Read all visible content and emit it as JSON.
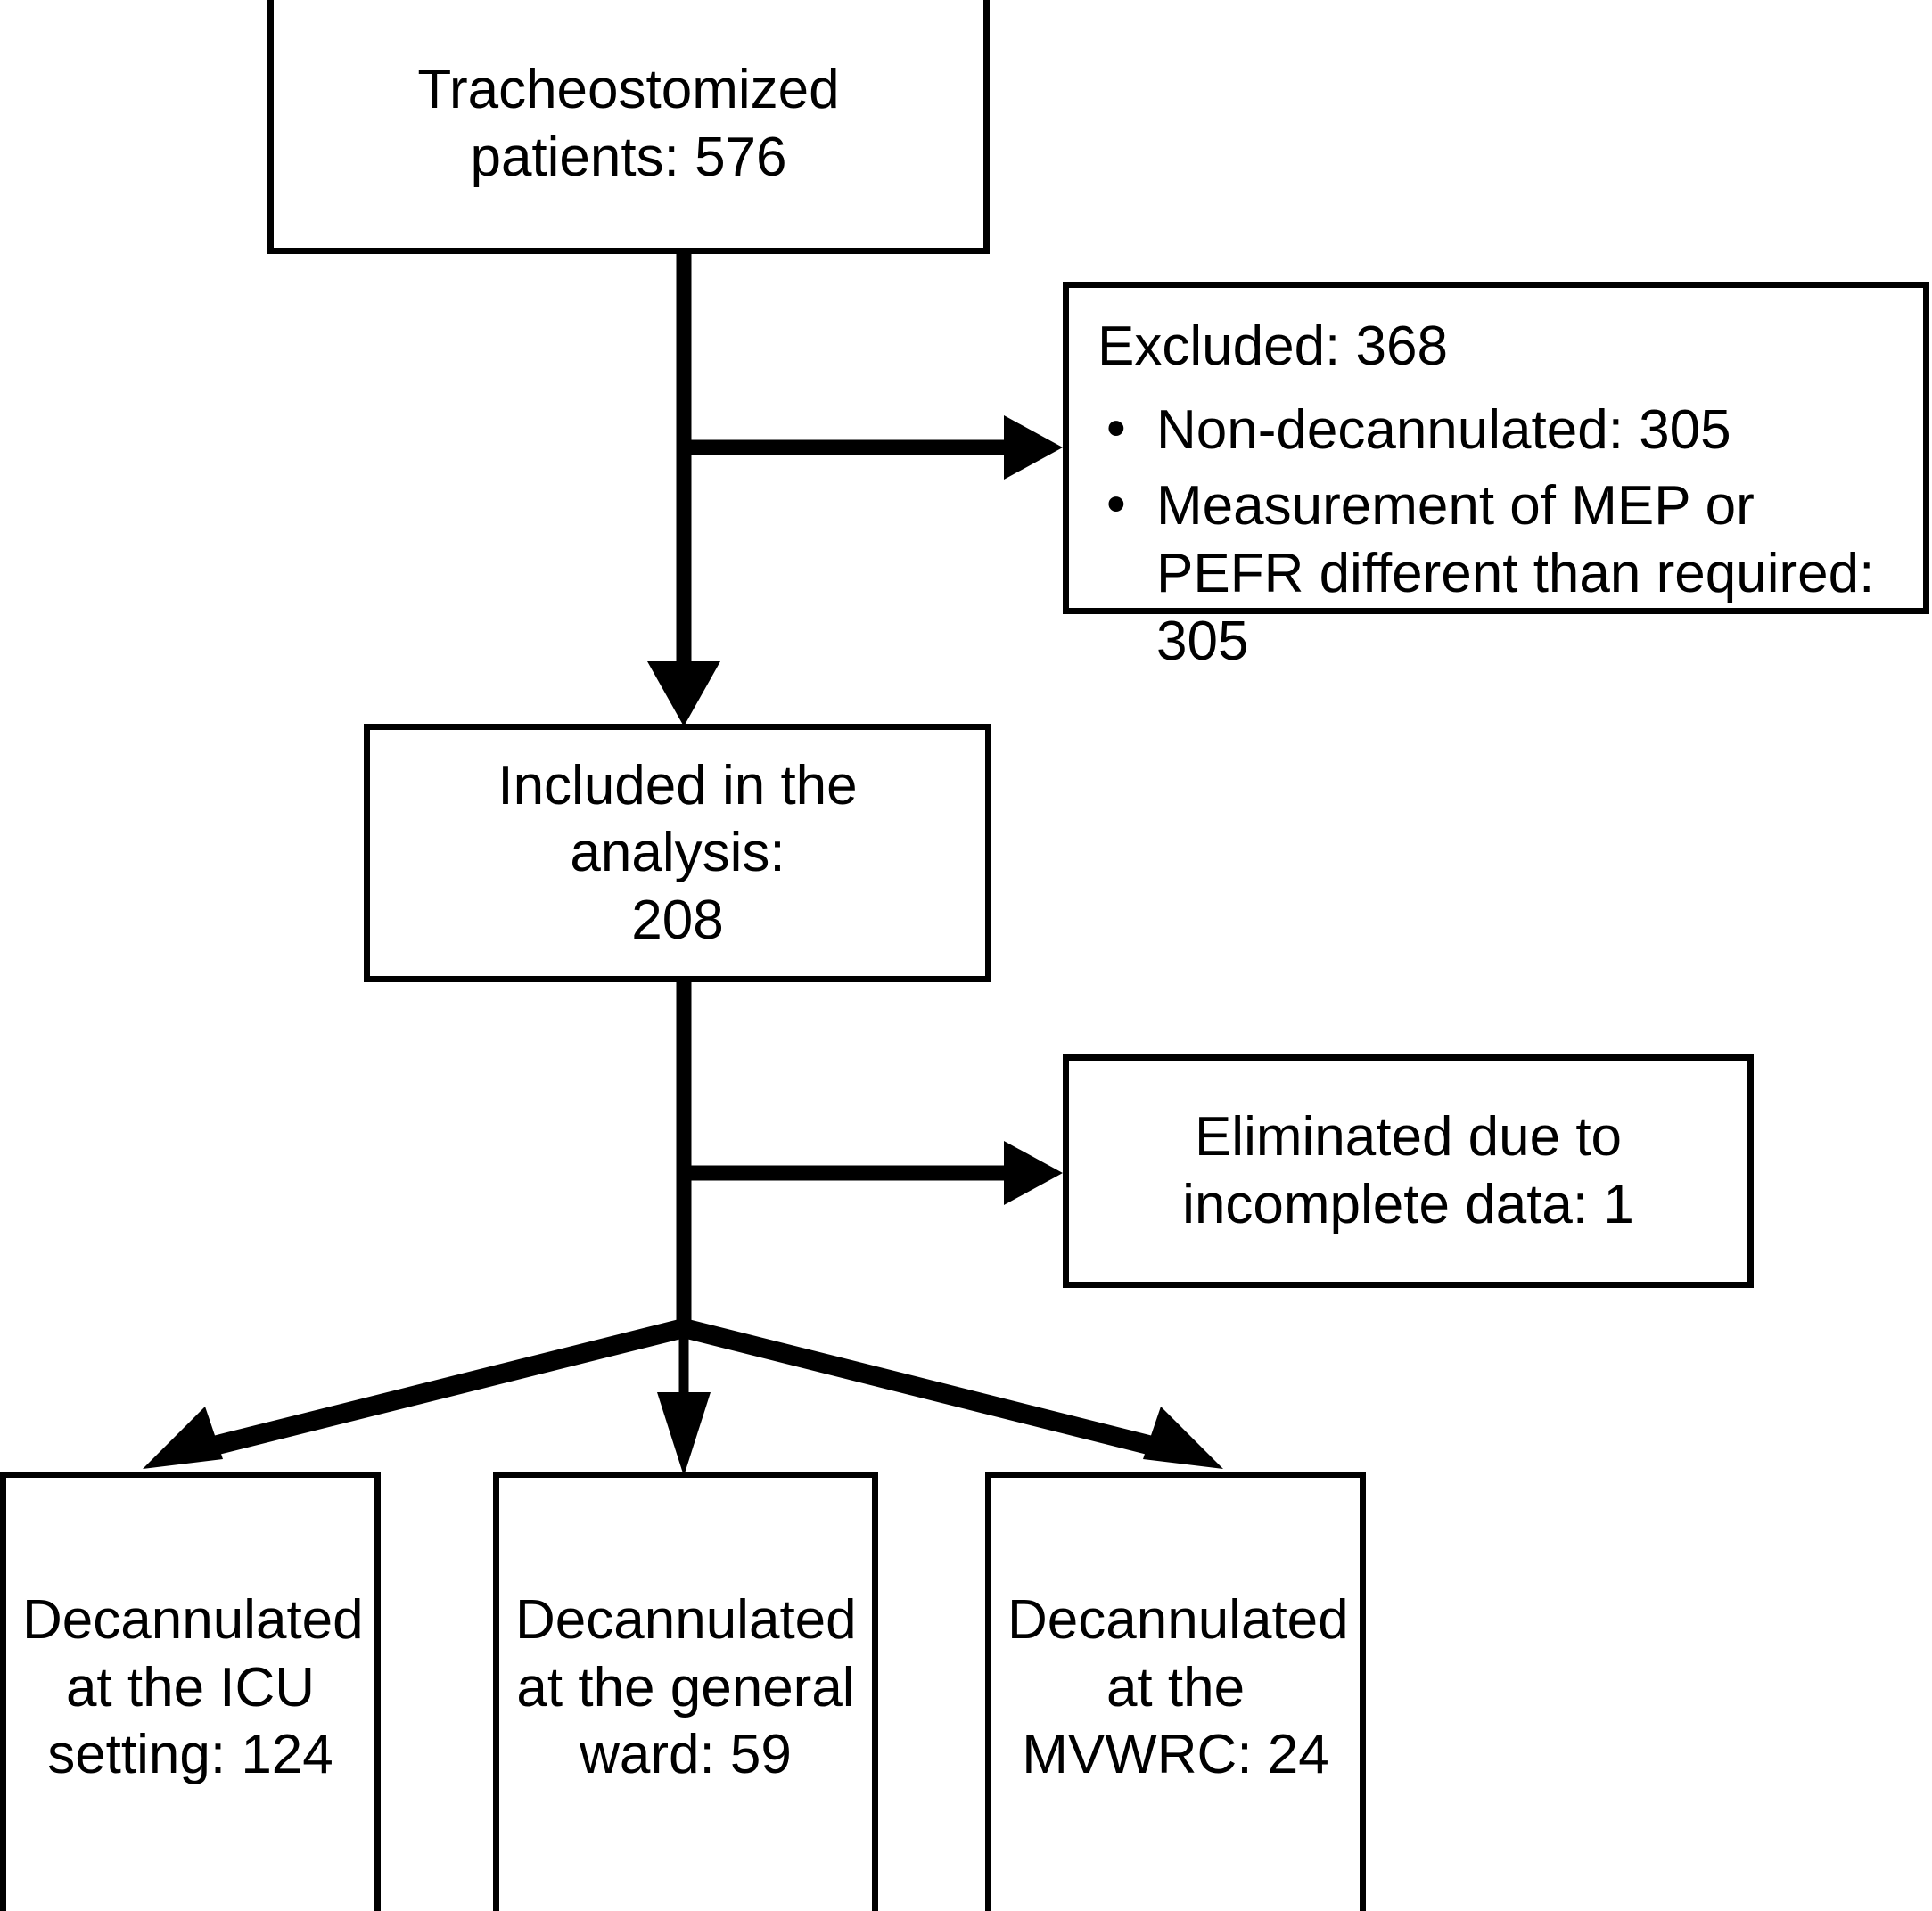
{
  "diagram": {
    "title": "Patient flow diagram of tracheostomized patients",
    "type": "flowchart",
    "background_color": "#ffffff",
    "line_color": "#000000",
    "text_color": "#000000"
  },
  "nodes": {
    "tracheostomized": {
      "id": "tracheostomized",
      "text": "Tracheostomized\npatients: 576",
      "label": "Tracheostomized patients",
      "count": 576
    },
    "excluded": {
      "id": "excluded",
      "heading": "Excluded: 368",
      "label": "Excluded",
      "count": 368,
      "bullets": [
        {
          "text": "Non-decannulated: 305",
          "label": "Non-decannulated",
          "count": 305
        },
        {
          "text": "Measurement of MEP or\n PEFR different than required: 305",
          "label": "Measurement of MEP or PEFR different than required",
          "count": 305
        }
      ]
    },
    "included": {
      "id": "included",
      "text": "Included in the analysis:\n208",
      "label": "Included in the analysis",
      "count": 208
    },
    "eliminated": {
      "id": "eliminated",
      "text": "Eliminated due to\nincomplete data: 1",
      "label": "Eliminated due to incomplete data",
      "count": 1
    },
    "icu": {
      "id": "icu",
      "text": "Decannulated\nat the ICU\nsetting: 124",
      "label": "Decannulated at the ICU setting",
      "count": 124
    },
    "ward": {
      "id": "ward",
      "text": "Decannulated\nat the general\nward: 59",
      "label": "Decannulated at the general ward",
      "count": 59
    },
    "mvwrc": {
      "id": "mvwrc",
      "text": "Decannulated\nat the\nMVWRC: 24",
      "label": "Decannulated at the MVWRC",
      "count": 24
    }
  },
  "edges": [
    {
      "from": "tracheostomized",
      "to": "included",
      "style": "arrow-down"
    },
    {
      "from": "tracheostomized",
      "to": "excluded",
      "style": "arrow-right"
    },
    {
      "from": "included",
      "to": "eliminated",
      "style": "arrow-right"
    },
    {
      "from": "included",
      "to": "icu",
      "style": "arrow-diagonal-left"
    },
    {
      "from": "included",
      "to": "ward",
      "style": "arrow-down"
    },
    {
      "from": "included",
      "to": "mvwrc",
      "style": "arrow-diagonal-right"
    }
  ]
}
